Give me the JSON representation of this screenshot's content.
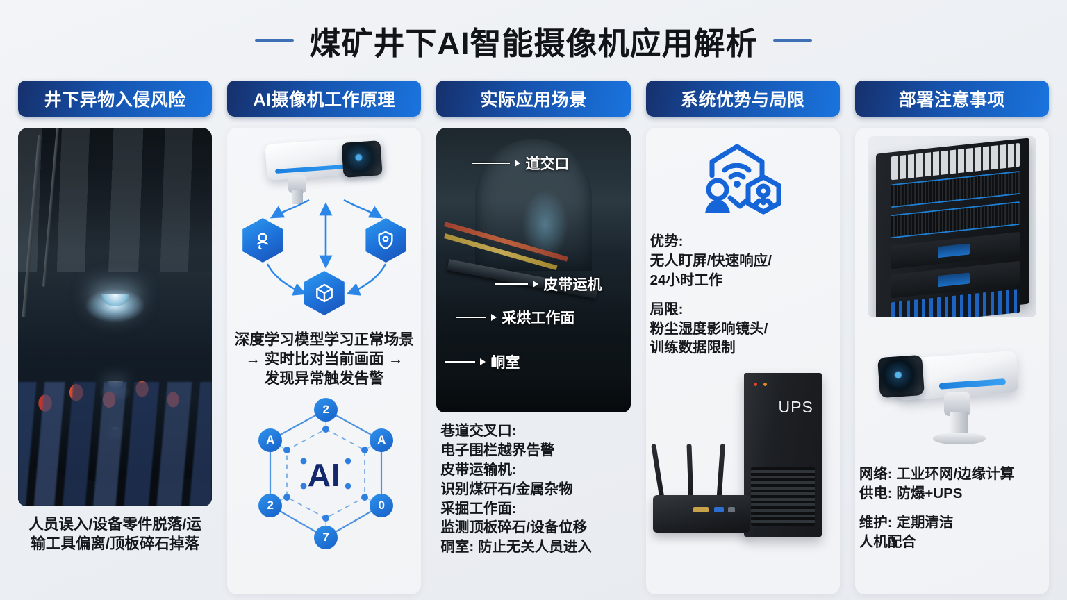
{
  "title": "煤矿井下AI智能摄像机应用解析",
  "columns": [
    {
      "header": "井下异物入侵风险",
      "caption": "人员误入/设备零件脱落/运\n输工具偏离/顶板碎石掉落",
      "photo_name": "underground-tunnel-photo"
    },
    {
      "header": "AI摄像机工作原理",
      "flow_text": "深度学习模型学习正常场景\n→ 实时比对当前画面 →\n发现异常触发告警",
      "hex_icons": [
        "person-detect-icon",
        "shield-icon",
        "cube-icon"
      ],
      "ai_center_label": "AI",
      "web_nodes": [
        "2",
        "A",
        "A",
        "2",
        "0",
        "7"
      ]
    },
    {
      "header": "实际应用场景",
      "annotations": [
        "道交口",
        "皮带运机",
        "采烘工作面",
        "峒室"
      ],
      "body_lines": [
        "巷道交叉口:",
        "电子围栏越界告警",
        "皮带运输机:",
        "识别煤矸石/金属杂物",
        "采掘工作面:",
        "监测顶板碎石/设备位移",
        "硐室: 防止无关人员进入"
      ]
    },
    {
      "header": "系统优势与局限",
      "advantage_label": "优势:",
      "advantage_lines": [
        "无人盯屏/快速响应/",
        "24小时工作"
      ],
      "limit_label": "局限:",
      "limit_lines": [
        "粉尘湿度影响镜头/",
        "训练数据限制"
      ],
      "ups_label": "UPS"
    },
    {
      "header": "部署注意事项",
      "notes": [
        "网络: 工业环网/边缘计算",
        "供电: 防爆+UPS",
        "维护: 定期清洁",
        "人机配合"
      ]
    }
  ],
  "colors": {
    "header_dark": "#16306c",
    "header_bright": "#1a74de",
    "accent_blue": "#1f7fd4",
    "title_text": "#111418"
  }
}
